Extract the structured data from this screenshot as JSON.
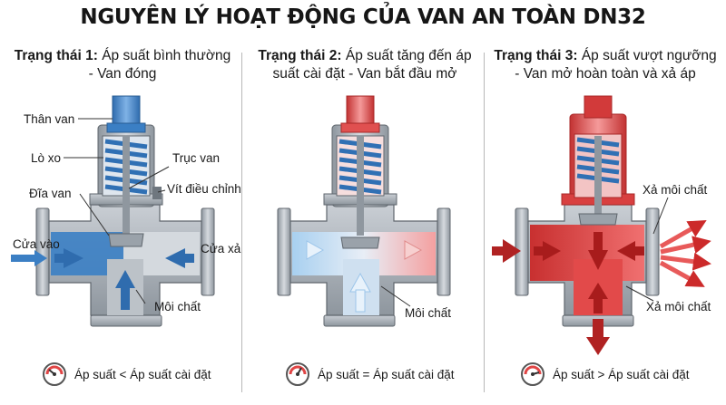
{
  "title": "NGUYÊN LÝ HOẠT ĐỘNG CỦA VAN AN TOÀN DN32",
  "colors": {
    "blue": "#3b7fc4",
    "red": "#e04545",
    "metal": "#b9bfc6",
    "metal_dark": "#7d858e"
  },
  "states": [
    {
      "heading_bold": "Trạng thái 1:",
      "heading_line1": " Áp suất bình thường",
      "heading_line2": "- Van đóng",
      "footer": "Áp suất < Áp suất cài đặt"
    },
    {
      "heading_bold": "Trạng thái 2:",
      "heading_line1": " Áp suất tăng đến áp",
      "heading_line2": "suất cài đặt - Van bắt đầu mở",
      "footer": "Áp suất = Áp suất cài đặt"
    },
    {
      "heading_bold": "Trạng thái 3:",
      "heading_line1": " Áp suất vượt ngưỡng",
      "heading_line2": "- Van mở hoàn toàn và xả áp",
      "footer": "Áp suất > Áp suất cài đặt"
    }
  ],
  "labels": {
    "body": "Thân van",
    "spring": "Lò xo",
    "stem": "Trục van",
    "disc": "Đĩa van",
    "adjust": "Vít điều chỉnh",
    "inlet": "Cửa vào",
    "outlet": "Cửa xả",
    "medium1": "Môi chất",
    "medium2": "Môi chất",
    "discharge_top": "Xả môi chất",
    "discharge_bottom": "Xả môi chất"
  }
}
